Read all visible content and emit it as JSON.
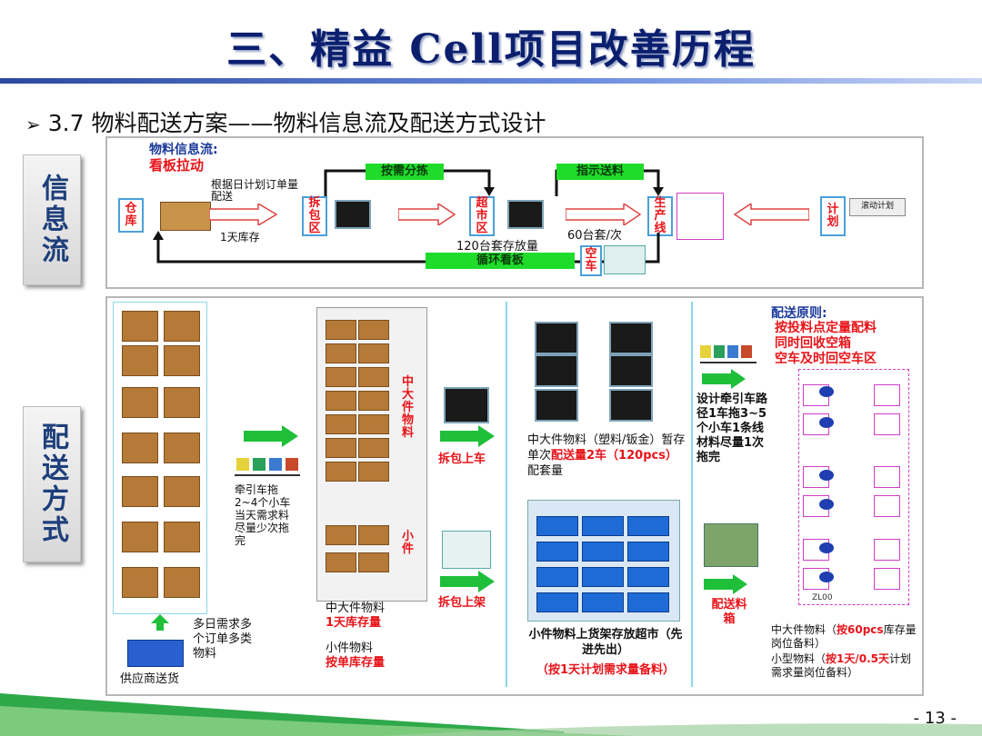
{
  "header": {
    "title": "三、精益 Cell项目改善历程",
    "subtitle": "3.7  物料配送方案——物料信息流及配送方式设计"
  },
  "side_tabs": {
    "info": "信息流",
    "delivery": "配送方式"
  },
  "info_flow": {
    "heading": "物料信息流:",
    "mode": "看板拉动",
    "node_warehouse": "仓库",
    "node_unpack": "拆包区",
    "node_supermarket": "超市区",
    "node_line": "生产线",
    "node_plan": "计划",
    "note_plan": "根据日计划订单量配送",
    "note_stock": "1天库存",
    "note_capacity": "120台套存放量",
    "note_batch": "60台套/次",
    "bar_sort": "按需分拣",
    "bar_deliver": "指示送料",
    "bar_kanban": "循环看板",
    "empty_cart": "空车",
    "plan_sheet": "滚动计划"
  },
  "delivery": {
    "tractor_note": "牵引车拖2~4个小车当天需求料尽量少次拖完",
    "supplier_note": "多日需求多个订单多类物料",
    "supplier_label": "供应商送货",
    "label_big": "中大件物料",
    "label_small": "小件",
    "big_stock_a": "中大件物料",
    "big_stock_b": "1天库存量",
    "small_stock_a": "小件物料",
    "small_stock_b": "按单库存量",
    "to_cart": "拆包上车",
    "to_shelf": "拆包上架",
    "cart_note_a": "中大件物料（塑料/钣金）暂存单次",
    "cart_note_red": "配送量2车（120pcs）",
    "cart_note_b": "配套量",
    "shelf_note_a": "小件物料上货架存放超市（先进先出）",
    "shelf_note_red": "（按1天计划需求量备料）",
    "route_note": "设计牵引车路径1车拖3~5个小车1条线材料尽量1次拖完",
    "bin_label": "配送料箱",
    "principles_title": "配送原则:",
    "principle_1": "按投料点定量配料",
    "principle_2": "同时回收空箱",
    "principle_3": "空车及时回空车区",
    "final_big_a": "中大件物料（",
    "final_big_red": "按60pcs",
    "final_big_b": "库存量岗位备料）",
    "final_small_a": "小型物料（",
    "final_small_red": "按1天/0.5天",
    "final_small_b": "计划需求量岗位备料）",
    "zone_code": "ZL00"
  },
  "footer": {
    "page": "- 13 -"
  },
  "colors": {
    "title": "#0b1f6e",
    "accent_red": "#e8141a",
    "green_bar": "#1fdc2a",
    "node_border": "#4aa0d8"
  }
}
